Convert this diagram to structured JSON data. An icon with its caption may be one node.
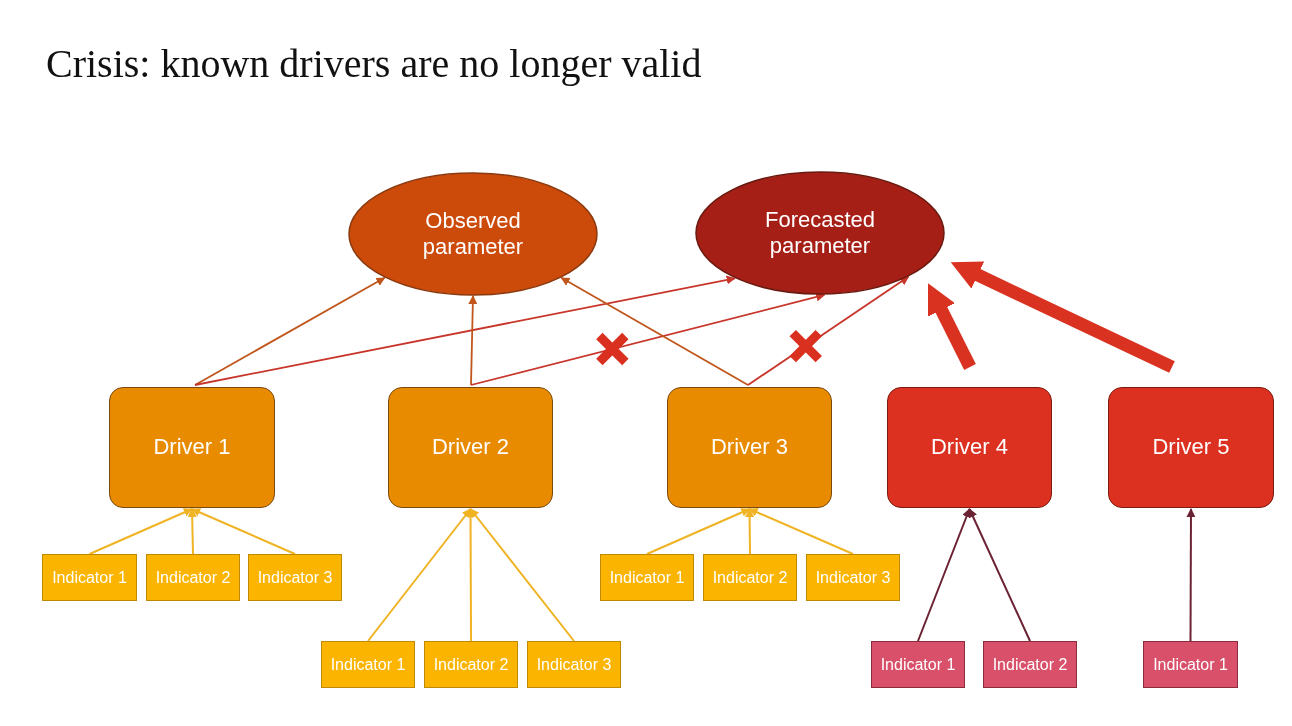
{
  "diagram": {
    "title": "Crisis: known drivers are no longer valid",
    "nodes": [
      {
        "text": [
          "Observed parameter"
        ]
      },
      {
        "text": [
          "Forecasted parameter"
        ]
      },
      {
        "text": [
          "Driver 1"
        ]
      },
      {
        "text": [
          "Driver 2"
        ]
      },
      {
        "text": [
          "Driver 3"
        ]
      },
      {
        "text": [
          "Driver 4"
        ]
      },
      {
        "text": [
          "Driver 5"
        ]
      },
      {
        "text": [
          "Indicator 1"
        ]
      },
      {
        "text": [
          "Indicator 2"
        ]
      },
      {
        "text": [
          "Indicator 3"
        ]
      },
      {
        "text": [
          "Indicator 1"
        ]
      },
      {
        "text": [
          "Indicator 2"
        ]
      },
      {
        "text": [
          "Indicator 3"
        ]
      },
      {
        "text": [
          "Indicator 1"
        ]
      },
      {
        "text": [
          "Indicator 2"
        ]
      },
      {
        "text": [
          "Indicator 3"
        ]
      },
      {
        "text": [
          "Indicator 1"
        ]
      },
      {
        "text": [
          "Indicator 2"
        ]
      },
      {
        "text": [
          "Indicator 1"
        ]
      }
    ],
    "edges": [
      {
        "from": 2,
        "to": 0,
        "arrow": "to",
        "color": "#c0561c"
      },
      {
        "from": 2,
        "to": 1,
        "arrow": "to",
        "color": "#c8352a"
      },
      {
        "from": 3,
        "to": 0,
        "arrow": "to",
        "color": "#c0561c"
      },
      {
        "from": 3,
        "to": 1,
        "arrow": "to",
        "color": "#c8352a"
      },
      {
        "from": 4,
        "to": 0,
        "arrow": "to",
        "color": "#c0561c"
      },
      {
        "from": 4,
        "to": 1,
        "arrow": "to",
        "color": "#c8352a"
      },
      {
        "from": 5,
        "to": 1,
        "arrow": "to",
        "style": "thick",
        "color": "#d93220"
      },
      {
        "from": 6,
        "to": 1,
        "arrow": "to",
        "style": "thick",
        "color": "#d93220"
      },
      {
        "from": 7,
        "to": 2,
        "arrow": "to"
      },
      {
        "from": 8,
        "to": 2,
        "arrow": "to"
      },
      {
        "from": 9,
        "to": 2,
        "arrow": "to"
      },
      {
        "from": 10,
        "to": 3,
        "arrow": "to"
      },
      {
        "from": 11,
        "to": 3,
        "arrow": "to"
      },
      {
        "from": 12,
        "to": 3,
        "arrow": "to"
      },
      {
        "from": 13,
        "to": 4,
        "arrow": "to"
      },
      {
        "from": 14,
        "to": 4,
        "arrow": "to"
      },
      {
        "from": 15,
        "to": 4,
        "arrow": "to"
      },
      {
        "from": 16,
        "to": 5,
        "arrow": "to",
        "color": "#6b2334"
      },
      {
        "from": 17,
        "to": 5,
        "arrow": "to",
        "color": "#6b2334"
      },
      {
        "from": 18,
        "to": 6,
        "arrow": "to",
        "color": "#6b2334"
      }
    ]
  }
}
